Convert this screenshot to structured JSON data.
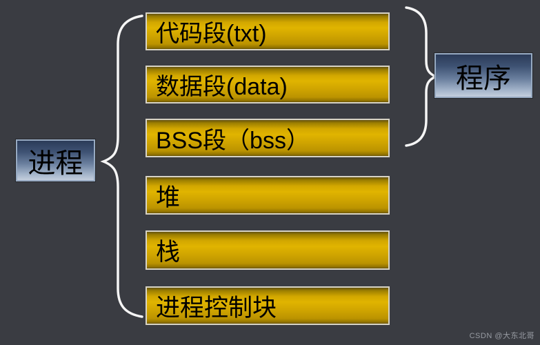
{
  "diagram": {
    "process": {
      "label": "进程"
    },
    "program": {
      "label": "程序"
    },
    "segments": [
      {
        "label": "代码段(txt)"
      },
      {
        "label": "数据段(data)"
      },
      {
        "label": "BSS段（bss）"
      },
      {
        "label": "堆"
      },
      {
        "label": "栈"
      },
      {
        "label": "进程控制块"
      }
    ]
  },
  "colors": {
    "background": "#3A3C42",
    "segment_gold_bright": "#E0B400",
    "segment_gold_dark": "#5F4C00",
    "segment_border": "#D8D4C6",
    "label_box_blue_top": "#2B3B58",
    "label_box_blue_bottom": "#C4CFDE",
    "label_box_border": "#97AAC2",
    "brace": "#F5F5F5",
    "text": "#000000",
    "watermark_gray": "#989CA3"
  },
  "watermark": {
    "text": "CSDN @大东北哥"
  }
}
